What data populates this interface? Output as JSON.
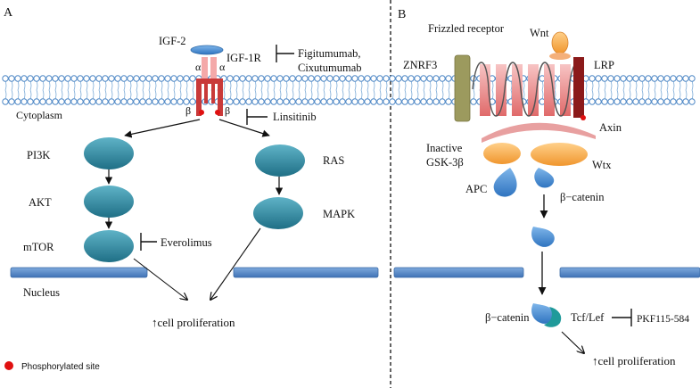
{
  "panel_a": {
    "letter": "A",
    "igf2": "IGF-2",
    "igf1r": "IGF-1R",
    "alpha_left": "α",
    "alpha_right": "α",
    "beta_left": "β",
    "beta_right": "β",
    "drug_igf1r_1": "Figitumumab,",
    "drug_igf1r_2": "Cixutumumab",
    "cytoplasm": "Cytoplasm",
    "linsitinib": "Linsitinib",
    "pi3k": "PI3K",
    "akt": "AKT",
    "mtor": "mTOR",
    "everolimus": "Everolimus",
    "ras": "RAS",
    "mapk": "MAPK",
    "nucleus": "Nucleus",
    "proliferation": "↑cell proliferation"
  },
  "panel_b": {
    "letter": "B",
    "frizzled": "Frizzled receptor",
    "wnt": "Wnt",
    "znrf3": "ZNRF3",
    "lrp": "LRP",
    "axin": "Axin",
    "inactive": "Inactive",
    "gsk3b": "GSK-3β",
    "wtx": "Wtx",
    "apc": "APC",
    "beta_catenin_1": "β−catenin",
    "beta_catenin_2": "β−catenin",
    "tcf_lef": "Tcf/Lef",
    "pkf": "PKF115-584",
    "proliferation": "↑cell proliferation"
  },
  "legend": {
    "label": "Phosphorylated site"
  },
  "colors": {
    "membrane_head": "#4f88c6",
    "receptor_red": "#c0392b",
    "receptor_pink": "#f2a7a7",
    "kinase_teal": "#2e8aa0",
    "nucleus_bar": "#5b8fcf",
    "orange": "#f5a94a",
    "drop_blue": "#4a8fd6",
    "znrf3": "#9c9a5e",
    "lrp": "#8b1a1a",
    "phospho": "#e01010"
  }
}
